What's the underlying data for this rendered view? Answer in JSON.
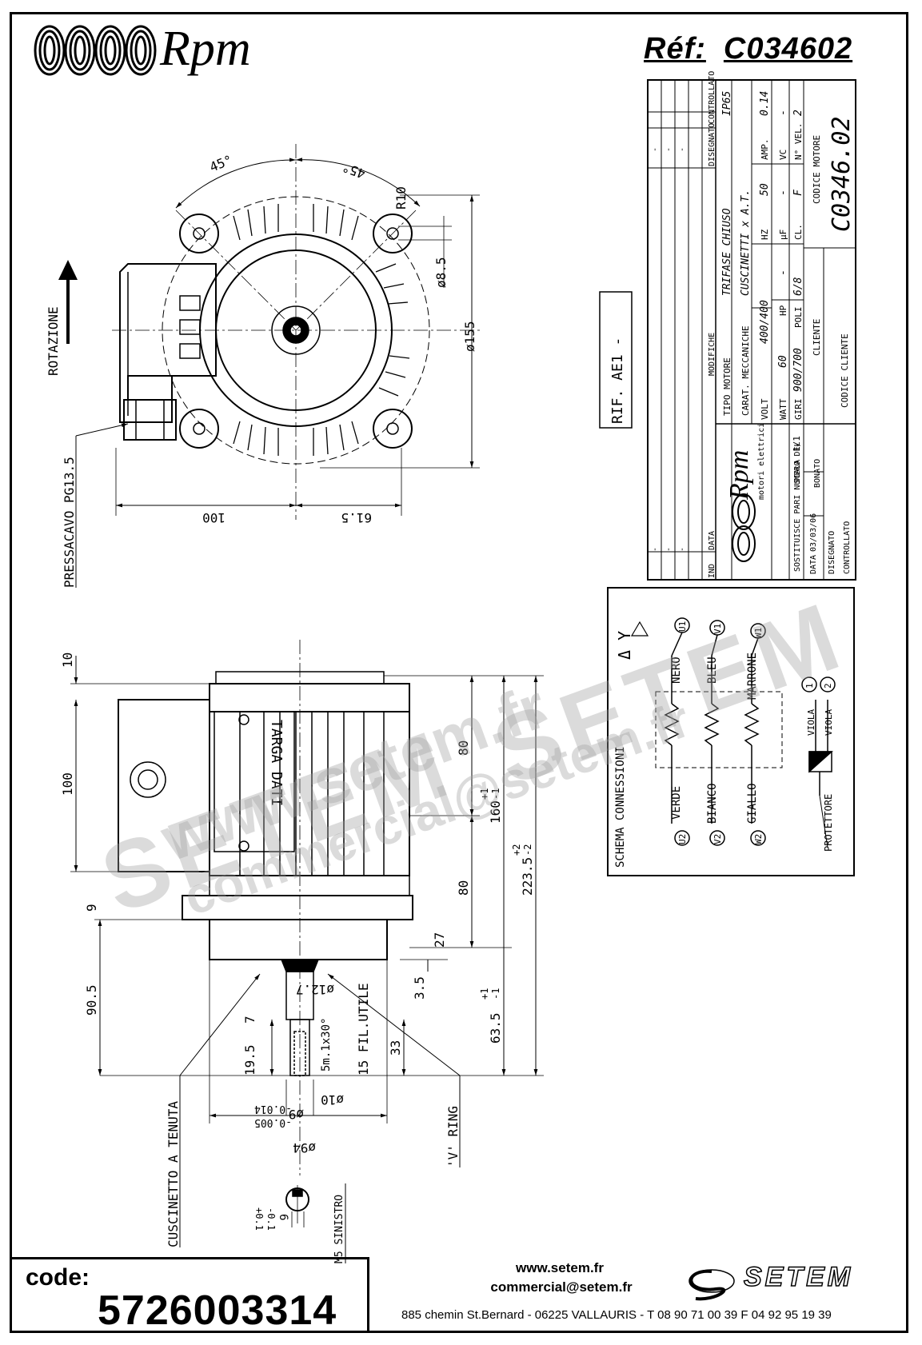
{
  "header": {
    "brand": "Rpm",
    "ref_label": "Réf:",
    "ref_value": "C034602"
  },
  "top_view": {
    "angle_left": "45°",
    "angle_right": "45°",
    "radius": "R10",
    "hole_dia": "ø8.5",
    "flange_dia": "ø155",
    "dim_left": "100",
    "dim_right": "61.5",
    "rotation_label": "ROTAZIONE",
    "cable_gland": "PRESSACAVO PG13.5",
    "rif": "RIF. AE1 -"
  },
  "side_view": {
    "d10": "10",
    "d100": "100",
    "d80a": "80",
    "d160": "160",
    "d160_tol_plus": "+1",
    "d160_tol_minus": "-1",
    "d223": "223.5",
    "d223_tol_plus": "+2",
    "d223_tol_minus": "-2",
    "d80b": "80",
    "d9": "9",
    "d27": "27",
    "d90": "90.5",
    "d35": "3.5",
    "d63": "63.5",
    "d63_tol_plus": "+1",
    "d63_tol_minus": "-1",
    "d7": "7",
    "d19": "19.5",
    "d33": "33",
    "d12": "ø12.7",
    "fil_utile": "15 FIL.UTILE",
    "chamfer": "5m.1x30°",
    "shaft_dia": "ø9",
    "shaft_tol_a": "-0.005",
    "shaft_tol_b": "-0.014",
    "d10b": "ø10",
    "d94": "ø94",
    "plate": "TARGA DATI",
    "bearing": "CUSCINETTO A TENUTA",
    "vring": "'V' RING",
    "m5": "M5 SINISTRO",
    "key": "6",
    "key_tol_a": "-0.1",
    "key_tol_b": "+0.1"
  },
  "title_block": {
    "ind": "IND",
    "data": "DATA",
    "modifiche": "MODIFICHE",
    "disegnato": "DISEGNATO",
    "controllato": "CONTROLLATO",
    "protection": "IP65",
    "tipo_motore_lbl": "TIPO MOTORE",
    "tipo_motore": "TRIFASE CHIUSO",
    "carat_lbl": "CARAT. MECCANICHE",
    "carat": "CUSCINETTI x A.T.",
    "volt_lbl": "VOLT",
    "volt": "400/400",
    "hz_lbl": "HZ",
    "hz": "50",
    "amp_lbl": "AMP.",
    "amp": "0.14",
    "watt_lbl": "WATT",
    "watt": "60",
    "hp_lbl": "HP",
    "hp": "-",
    "uf_lbl": "μF",
    "uf": "-",
    "vc_lbl": "VC",
    "vc": "-",
    "giri_lbl": "GIRI",
    "giri": "900/700",
    "poli_lbl": "POLI",
    "poli": "6/8",
    "cl_lbl": "CL.",
    "cl": "F",
    "nvel_lbl": "N° VEL.",
    "nvel": "2",
    "cliente_lbl": "CLIENTE",
    "codice_motore_lbl": "CODICE MOTORE",
    "codice_motore": "C0346.02",
    "codice_cliente_lbl": "CODICE CLIENTE",
    "company": "Rpm",
    "company_sub": "motori elettrici",
    "sostituisce": "SOSTITUISCE PARI NUMERO DEL",
    "sostituisce_val": "-",
    "scala_lbl": "SCALA",
    "scala": "1/1",
    "date_lbl": "DATA",
    "date": "03/03/06",
    "bonato": "BONATO",
    "disegnato_lbl": "DISEGNATO",
    "controllato_lbl": "CONTROLLATO",
    "dash": "-"
  },
  "wiring": {
    "title": "SCHEMA CONNESSIONI",
    "symbol": "Δ Y",
    "nero": "NERO",
    "bleu": "BLEU",
    "marrone": "MARRONE",
    "verde": "VERDE",
    "bianco": "BIANCO",
    "giallo": "GIALLO",
    "u1": "U1",
    "v1": "V1",
    "w1": "W1",
    "u2": "U2",
    "v2": "V2",
    "w2": "W2",
    "viola_a": "VIOLA",
    "viola_b": "VIOLA",
    "t1": "1",
    "t2": "2",
    "protettore": "PROTETTORE"
  },
  "code": {
    "label": "code:",
    "value": "5726003314"
  },
  "footer": {
    "web": "www.setem.fr",
    "mail": "commercial@setem.fr",
    "address": "885 chemin St.Bernard  -  06225 VALLAURIS  -  T 08 90 71 00 39  F 04 92 95 19 39",
    "logo": "SETEM"
  },
  "watermark": {
    "w1": "www.setem.fr",
    "w2": "SETEM",
    "w3": "SETEM",
    "w4": "commercial@setem.fr"
  }
}
